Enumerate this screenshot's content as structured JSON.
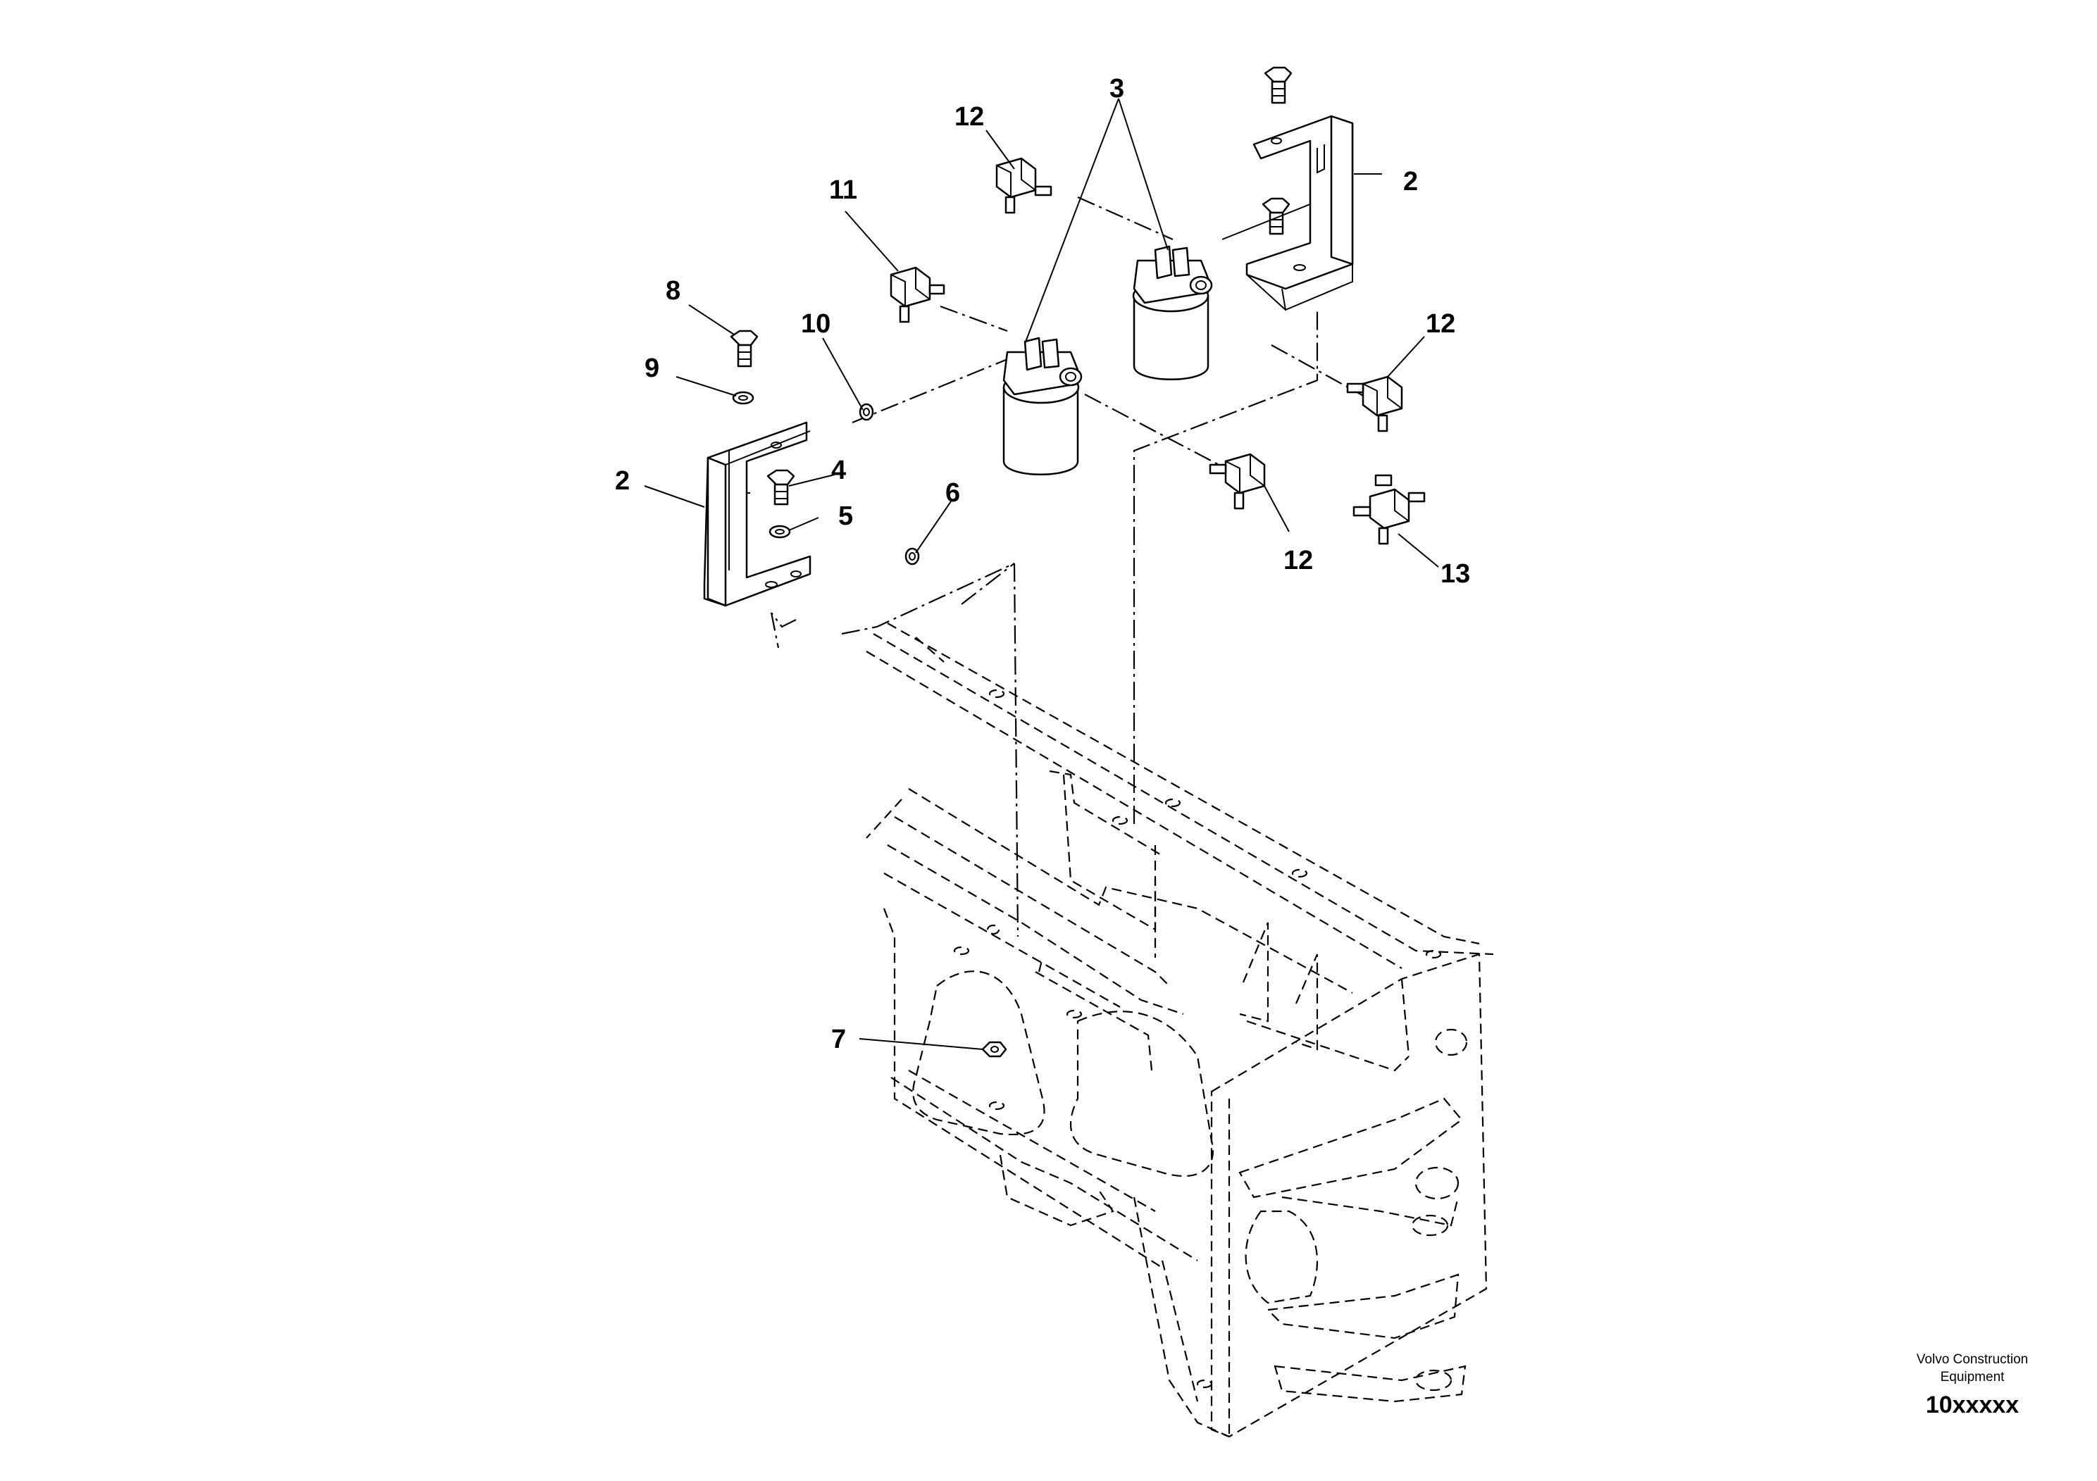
{
  "diagram": {
    "labels": {
      "l2_left": "2",
      "l2_right": "2",
      "l3": "3",
      "l4": "4",
      "l5": "5",
      "l6": "6",
      "l7": "7",
      "l8": "8",
      "l9": "9",
      "l10": "10",
      "l11": "11",
      "l12_top": "12",
      "l12_right": "12",
      "l12_mid": "12",
      "l13": "13"
    }
  },
  "footer": {
    "company_line1": "Volvo Construction",
    "company_line2": "Equipment",
    "code": "10xxxxx"
  }
}
